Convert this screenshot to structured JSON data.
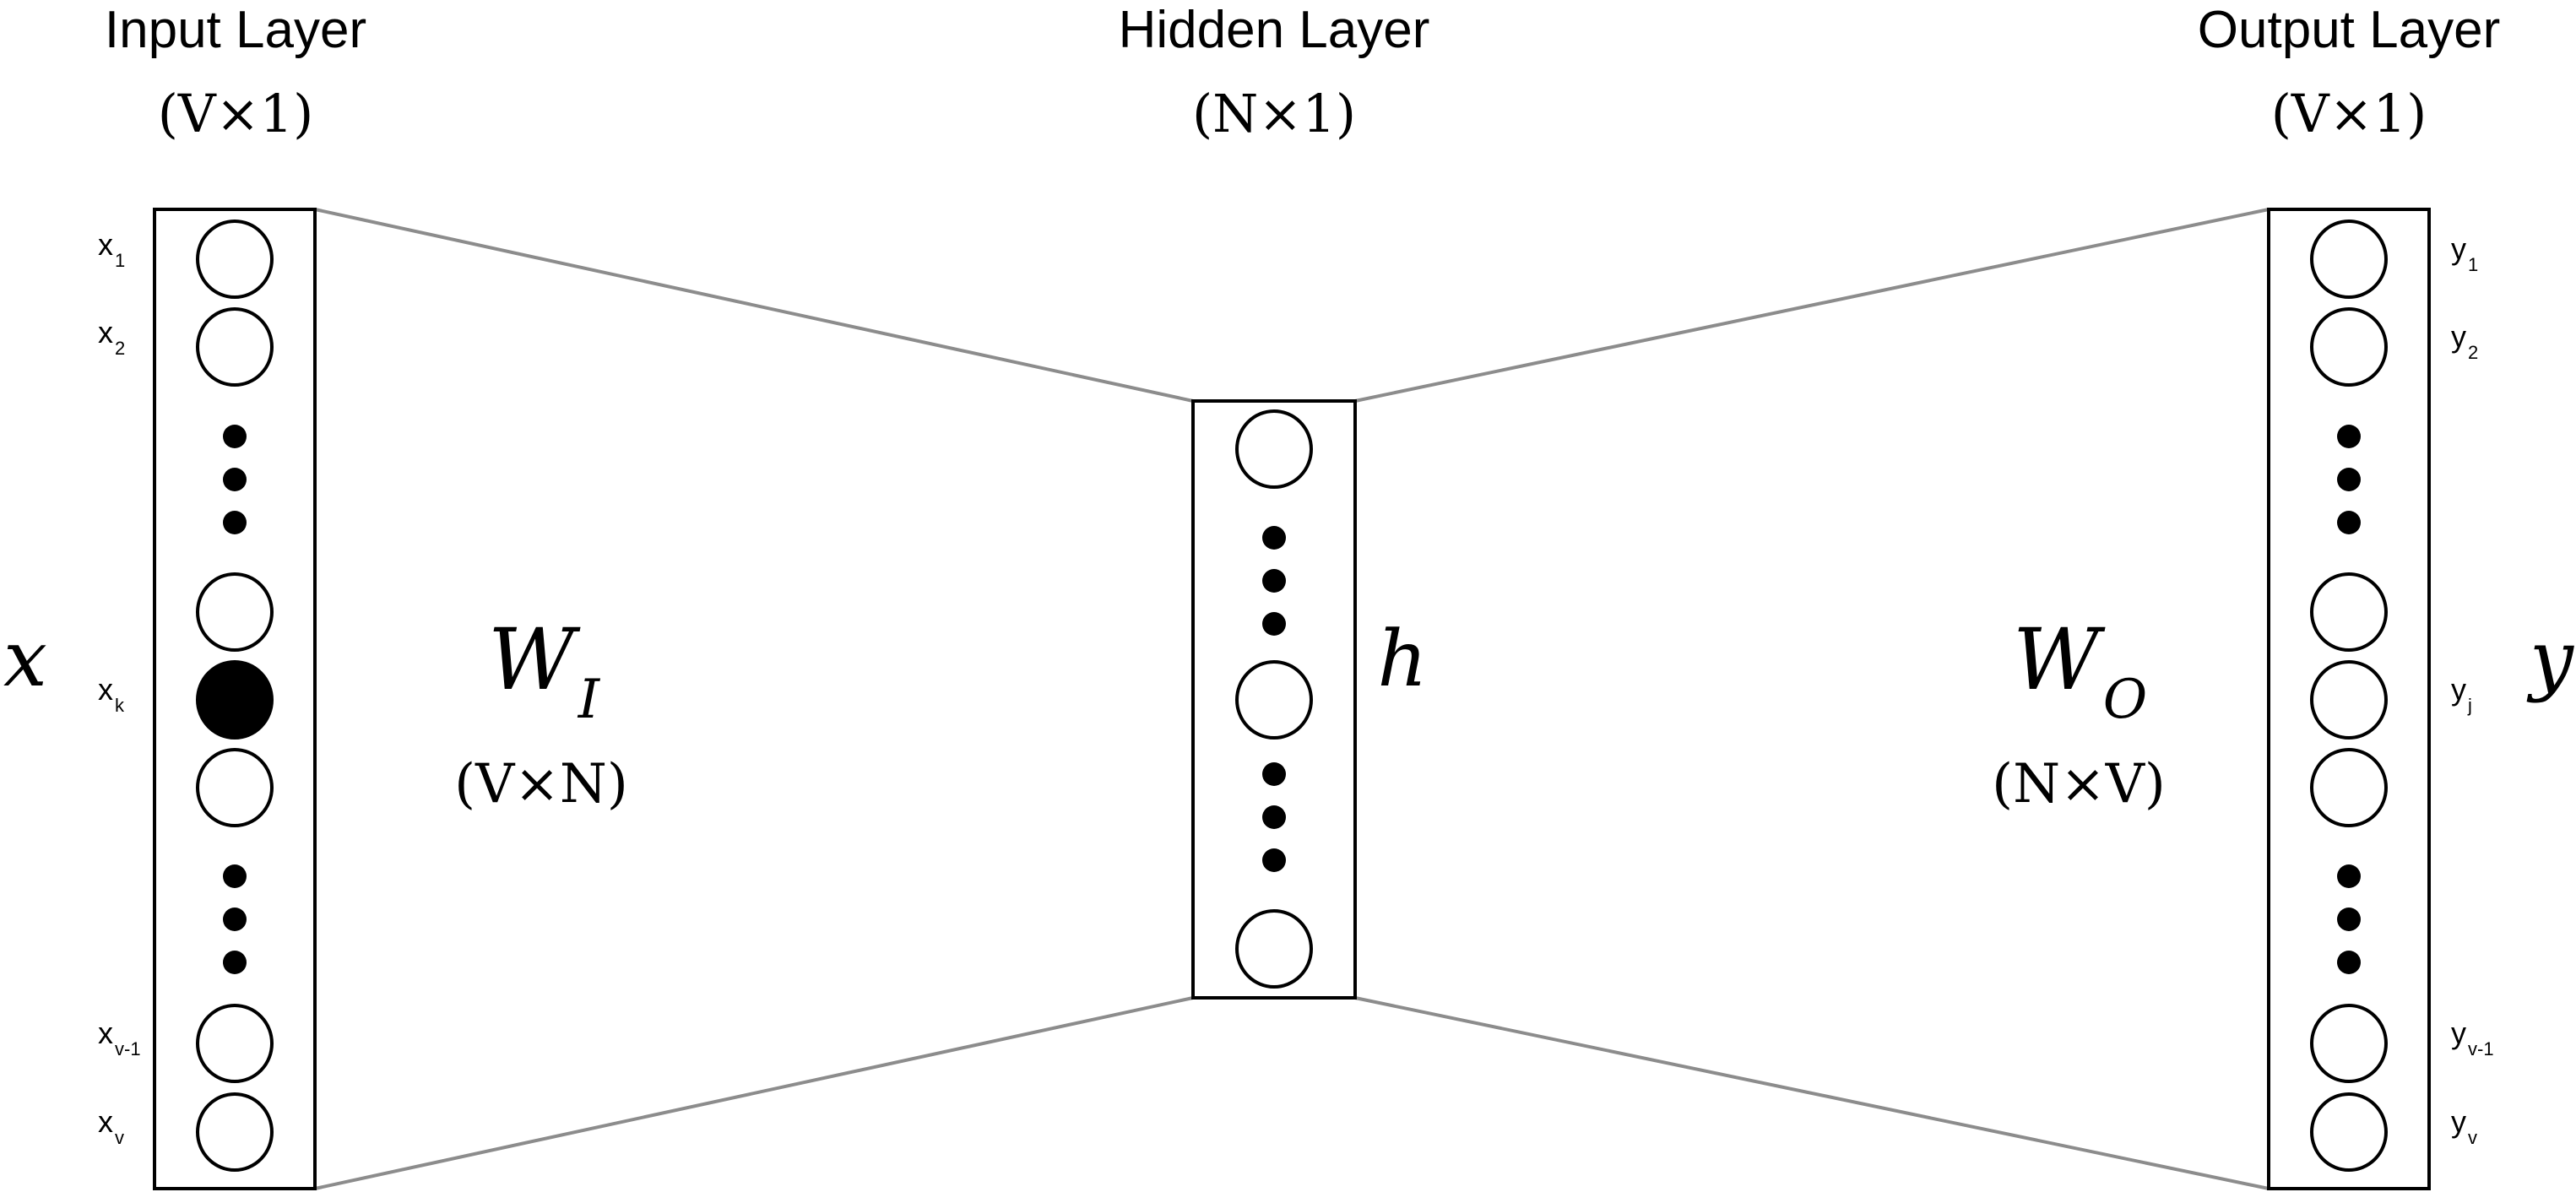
{
  "colors": {
    "stroke": "#000000",
    "connector": "#8c8c8c",
    "filled_node": "#000000",
    "background": "#ffffff"
  },
  "layers": {
    "input": {
      "title": "Input Layer",
      "dims": "(V×1)",
      "vector_symbol": "x",
      "labels": {
        "x1": {
          "base": "x",
          "sub": "1"
        },
        "x2": {
          "base": "x",
          "sub": "2"
        },
        "xk": {
          "base": "x",
          "sub": "k"
        },
        "xv1": {
          "base": "x",
          "sub": "v-1"
        },
        "xv": {
          "base": "x",
          "sub": "v"
        }
      }
    },
    "hidden": {
      "title": "Hidden Layer",
      "dims": "(N×1)",
      "vector_symbol": "h"
    },
    "output": {
      "title": "Output Layer",
      "dims": "(V×1)",
      "vector_symbol": "y",
      "labels": {
        "y1": {
          "base": "y",
          "sub": "1"
        },
        "y2": {
          "base": "y",
          "sub": "2"
        },
        "yj": {
          "base": "y",
          "sub": "j"
        },
        "yv1": {
          "base": "y",
          "sub": "v-1"
        },
        "yv": {
          "base": "y",
          "sub": "v"
        }
      }
    }
  },
  "weights": {
    "input": {
      "base": "W",
      "sub": "I",
      "dims": "(V×N)"
    },
    "output": {
      "base": "W",
      "sub": "O",
      "dims": "(N×V)"
    }
  }
}
